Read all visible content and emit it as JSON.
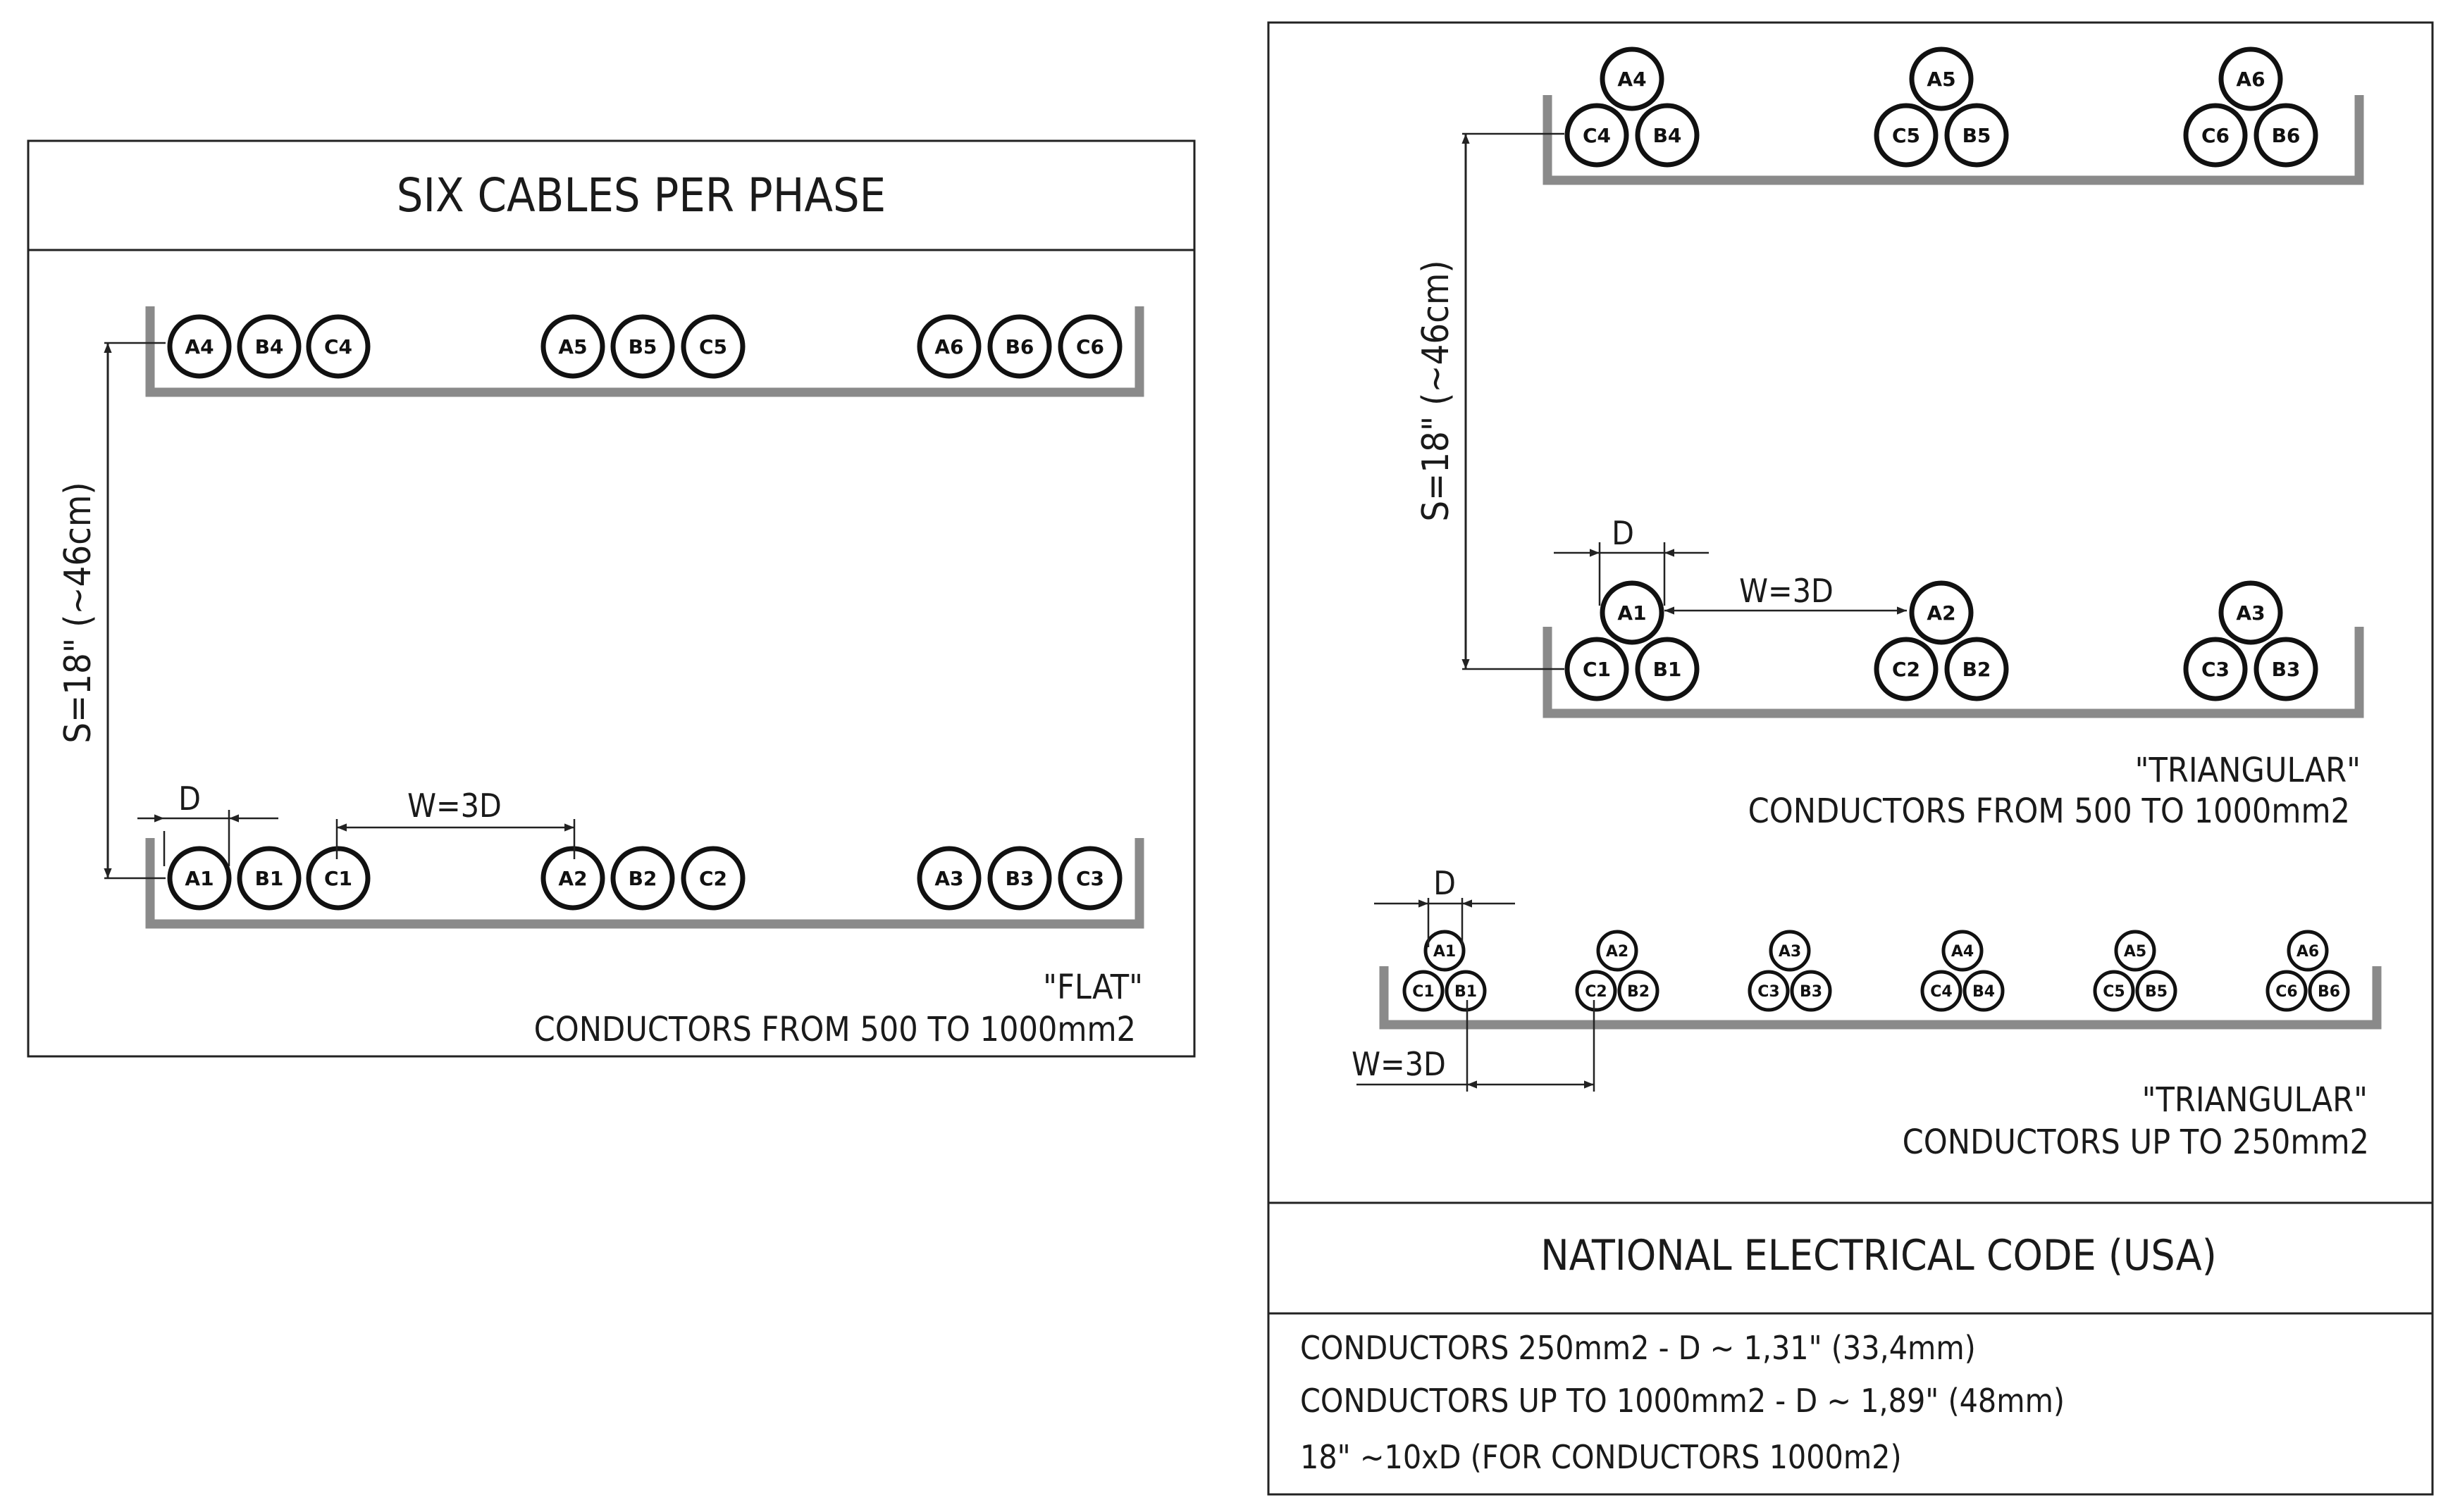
{
  "left_panel": {
    "title": "SIX CABLES PER PHASE",
    "top_tray": {
      "groups": [
        [
          "A4",
          "B4",
          "C4"
        ],
        [
          "A5",
          "B5",
          "C5"
        ],
        [
          "A6",
          "B6",
          "C6"
        ]
      ]
    },
    "bottom_tray": {
      "groups": [
        [
          "A1",
          "B1",
          "C1"
        ],
        [
          "A2",
          "B2",
          "C2"
        ],
        [
          "A3",
          "B3",
          "C3"
        ]
      ]
    },
    "spacing_label": "S=18\" (~46cm)",
    "d_label": "D",
    "w_label": "W=3D",
    "caption_line1": "\"FLAT\"",
    "caption_line2": "CONDUCTORS FROM 500 TO 1000mm2"
  },
  "right_panel": {
    "top_tray": {
      "groups": [
        {
          "top": "A4",
          "left": "C4",
          "right": "B4"
        },
        {
          "top": "A5",
          "left": "C5",
          "right": "B5"
        },
        {
          "top": "A6",
          "left": "C6",
          "right": "B6"
        }
      ]
    },
    "bottom_tray": {
      "groups": [
        {
          "top": "A1",
          "left": "C1",
          "right": "B1"
        },
        {
          "top": "A2",
          "left": "C2",
          "right": "B2"
        },
        {
          "top": "A3",
          "left": "C3",
          "right": "B3"
        }
      ]
    },
    "spacing_label": "S=18\" (~46cm)",
    "d_label": "D",
    "w_label": "W=3D",
    "caption_line1": "\"TRIANGULAR\"",
    "caption_line2": "CONDUCTORS FROM 500 TO 1000mm2",
    "small_tray": {
      "groups": [
        {
          "top": "A1",
          "left": "C1",
          "right": "B1"
        },
        {
          "top": "A2",
          "left": "C2",
          "right": "B2"
        },
        {
          "top": "A3",
          "left": "C3",
          "right": "B3"
        },
        {
          "top": "A4",
          "left": "C4",
          "right": "B4"
        },
        {
          "top": "A5",
          "left": "C5",
          "right": "B5"
        },
        {
          "top": "A6",
          "left": "C6",
          "right": "B6"
        }
      ],
      "d_label": "D",
      "w_label": "W=3D",
      "caption_line1": "\"TRIANGULAR\"",
      "caption_line2": "CONDUCTORS UP TO 250mm2"
    },
    "code_title": "NATIONAL ELECTRICAL CODE (USA)",
    "notes": [
      "CONDUCTORS 250mm2 - D ~ 1,31\" (33,4mm)",
      "CONDUCTORS UP TO 1000mm2 - D ~ 1,89\" (48mm)",
      "18\" ~10xD (FOR CONDUCTORS 1000m2)"
    ]
  }
}
